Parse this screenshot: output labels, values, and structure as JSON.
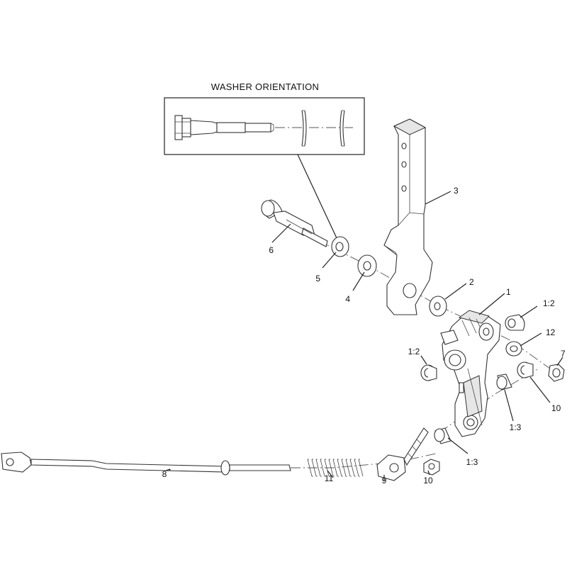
{
  "inset": {
    "title": "WASHER ORIENTATION"
  },
  "callouts": [
    {
      "id": "c1",
      "label": "1"
    },
    {
      "id": "c1-2a",
      "label": "1:2"
    },
    {
      "id": "c1-2b",
      "label": "1:2"
    },
    {
      "id": "c1-3a",
      "label": "1:3"
    },
    {
      "id": "c1-3b",
      "label": "1:3"
    },
    {
      "id": "c2",
      "label": "2"
    },
    {
      "id": "c3",
      "label": "3"
    },
    {
      "id": "c4",
      "label": "4"
    },
    {
      "id": "c5",
      "label": "5"
    },
    {
      "id": "c6",
      "label": "6"
    },
    {
      "id": "c7",
      "label": "7"
    },
    {
      "id": "c8",
      "label": "8"
    },
    {
      "id": "c9",
      "label": "9"
    },
    {
      "id": "c10a",
      "label": "10"
    },
    {
      "id": "c10b",
      "label": "10"
    },
    {
      "id": "c11",
      "label": "11"
    },
    {
      "id": "c12",
      "label": "12"
    }
  ]
}
